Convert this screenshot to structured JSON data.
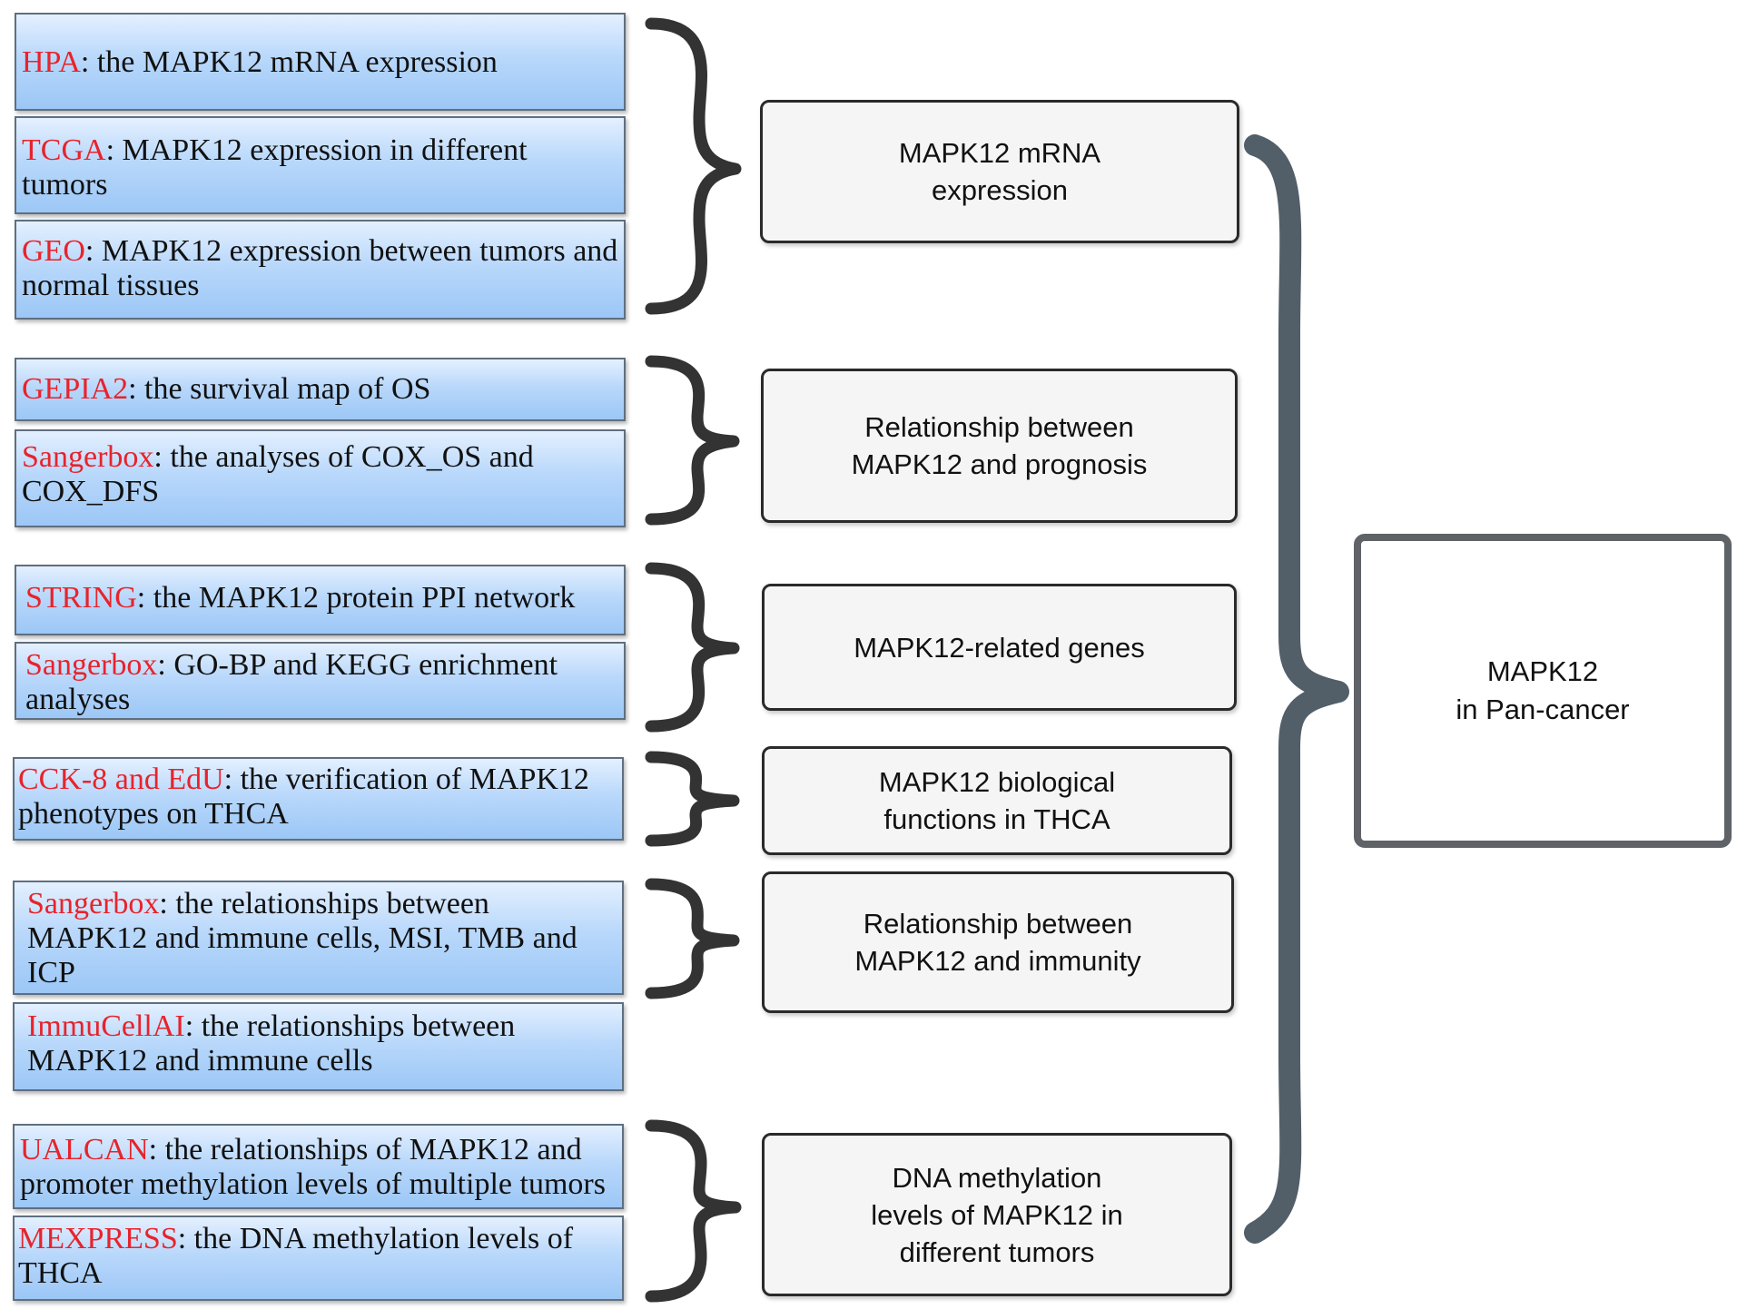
{
  "sources": [
    {
      "tool": "HPA",
      "text": ": the MAPK12 mRNA expression"
    },
    {
      "tool": "TCGA",
      "text": ": MAPK12 expression in different tumors"
    },
    {
      "tool": "GEO",
      "text": ": MAPK12 expression between tumors and normal tissues"
    },
    {
      "tool": "GEPIA2",
      "text": ": the survival map of OS"
    },
    {
      "tool": "Sangerbox",
      "text": ": the analyses of COX_OS and COX_DFS"
    },
    {
      "tool": "STRING",
      "text": ": the MAPK12 protein PPI network"
    },
    {
      "tool": "Sangerbox",
      "text": ": GO-BP and KEGG enrichment analyses"
    },
    {
      "tool": "CCK-8 and EdU",
      "text": ": the verification of  MAPK12 phenotypes on THCA"
    },
    {
      "tool": "Sangerbox",
      "text": ": the relationships between MAPK12 and immune cells, MSI, TMB and ICP"
    },
    {
      "tool": "ImmuCellAI",
      "text": ": the relationships between MAPK12 and immune cells"
    },
    {
      "tool": "UALCAN",
      "text": ": the relationships of MAPK12 and promoter methylation levels of multiple tumors"
    },
    {
      "tool": "MEXPRESS",
      "text": ": the DNA methylation levels of THCA"
    }
  ],
  "groups": [
    "MAPK12 mRNA\nexpression",
    "Relationship between\nMAPK12 and prognosis",
    "MAPK12-related genes",
    "MAPK12 biological\nfunctions in THCA",
    "Relationship between\nMAPK12 and immunity",
    "DNA methylation\nlevels of MAPK12 in\ndifferent tumors"
  ],
  "final": "MAPK12\nin Pan-cancer",
  "colors": {
    "tool_text": "#e8232b",
    "source_fill": "#b9d8fb",
    "brace": "#333333",
    "big_brace": "#525e68",
    "final_border": "#5f6266"
  }
}
